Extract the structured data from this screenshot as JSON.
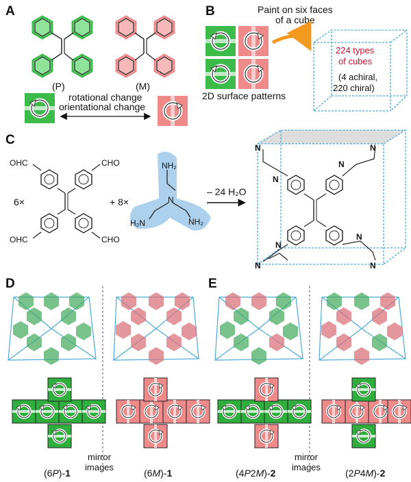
{
  "panels": {
    "a": {
      "label": "A",
      "p_label": "(P)",
      "m_label": "(M)",
      "rot_text": "rotational change",
      "orient_text": "orientational change"
    },
    "b": {
      "label": "B",
      "paint_line1": "Paint on six faces",
      "paint_line2": "of a cube",
      "types_line1": "224 types",
      "types_line2": "of cubes",
      "achiral_line1": "(4 achiral,",
      "achiral_line2": "220 chiral)",
      "patterns_text": "2D surface patterns"
    },
    "c": {
      "label": "C",
      "ohc": "OHC",
      "cho": "CHO",
      "six": "6×",
      "plus": "+ 8×",
      "nh2": "NH₂",
      "h2n": "H₂N",
      "n": "N",
      "arrow_text": "– 24 H₂O"
    },
    "d": {
      "label": "D",
      "left_caption_pre": "(6",
      "left_caption_it": "P",
      "left_caption_post": ")-",
      "left_caption_bold": "1",
      "right_caption_pre": "(6",
      "right_caption_it": "M",
      "right_caption_post": ")-",
      "right_caption_bold": "1",
      "mirror1": "mirror",
      "mirror2": "images"
    },
    "e": {
      "label": "E",
      "left_caption_pre": "(4",
      "left_caption_it1": "P",
      "left_caption_mid": "2",
      "left_caption_it2": "M",
      "left_caption_post": ")-",
      "left_caption_bold": "2",
      "right_caption_pre": "(2",
      "right_caption_it1": "P",
      "right_caption_mid": "4",
      "right_caption_it2": "M",
      "right_caption_post": ")-",
      "right_caption_bold": "2",
      "mirror1": "mirror",
      "mirror2": "images"
    }
  },
  "colors": {
    "green": "#3dbb4a",
    "green_light": "#7fd98a",
    "pink": "#ee8a8a",
    "pink_light": "#f4b3b3",
    "blue": "#4aa9d6",
    "orange": "#f29a1f",
    "cube_fill": "#cfe6f3"
  }
}
